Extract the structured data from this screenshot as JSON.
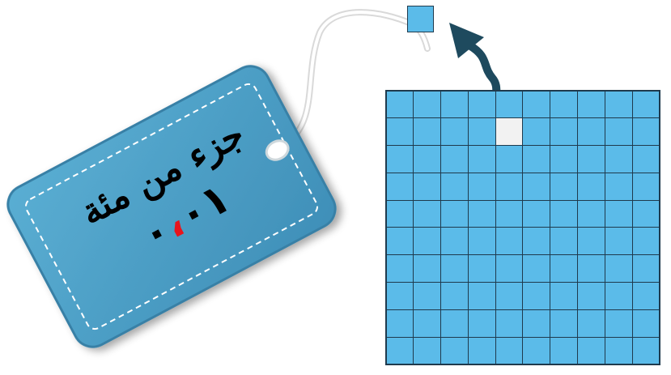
{
  "tag": {
    "title": "جزء من مئة",
    "number_int": "٠",
    "number_sep": "،",
    "number_frac": "٠١"
  },
  "grid": {
    "rows": 10,
    "cols": 10,
    "removed": {
      "row": 2,
      "col": 5
    }
  },
  "colors": {
    "tag_fill": "#4d9ec4",
    "tag_border": "#3a8ab0",
    "cell_fill": "#5bbbe9",
    "cell_line": "#1f3a4d",
    "removed_cell": "#f2f2f2",
    "arrow": "#1e4a5e",
    "decimal_separator": "#e8141c"
  },
  "icons": {
    "arrow": "curved-arrow-up-icon",
    "string": "tag-string-icon"
  }
}
